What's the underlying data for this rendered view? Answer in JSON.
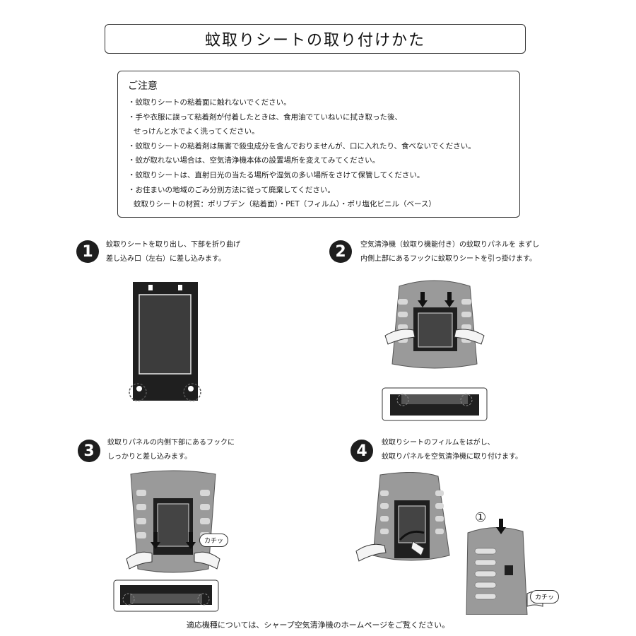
{
  "title": "蚊取りシートの取り付けかた",
  "caution": {
    "heading": "ご注意",
    "lines": [
      "・蚊取りシートの粘着面に触れないでください。",
      "・手や衣服に誤って粘着剤が付着したときは、食用油でていねいに拭き取った後、",
      "せっけんと水でよく洗ってください。",
      "・蚊取りシートの粘着剤は無害で殺虫成分を含んでおりませんが、口に入れたり、食べないでください。",
      "・蚊が取れない場合は、空気清浄機本体の設置場所を変えてみてください。",
      "・蚊取りシートは、直射日光の当たる場所や湿気の多い場所をさけて保管してください。",
      "・お住まいの地域のごみ分別方法に従って廃棄してください。",
      "蚊取りシートの材質：ポリブデン（粘着面）・PET（フィルム）・ポリ塩化ビニル（ベース）"
    ]
  },
  "steps": [
    {
      "num": "1",
      "lines": [
        "蚊取りシートを取り出し、下部を折り曲げ",
        "差し込み口（左右）に差し込みます。"
      ]
    },
    {
      "num": "2",
      "lines": [
        "空気清浄機（蚊取り機能付き）の蚊取りパネルを まずし",
        "内側上部にあるフックに蚊取りシートを引っ掛けます。"
      ]
    },
    {
      "num": "3",
      "lines": [
        "蚊取りパネルの内側下部にあるフックに",
        "しっかりと差し込みます。"
      ]
    },
    {
      "num": "4",
      "lines": [
        "蚊取りシートのフィルムをはがし、",
        "蚊取りパネルを空気清浄機に取り付けます。"
      ]
    }
  ],
  "labels": {
    "kachi": "カチッ",
    "circled_one": "①"
  },
  "footer": "適応機種については、シャープ空気清浄機のホームページをご覧ください。",
  "colors": {
    "panel_dark": "#1f1f1f",
    "panel_gray": "#8a8a8a",
    "sheet": "#3a3a3a"
  }
}
